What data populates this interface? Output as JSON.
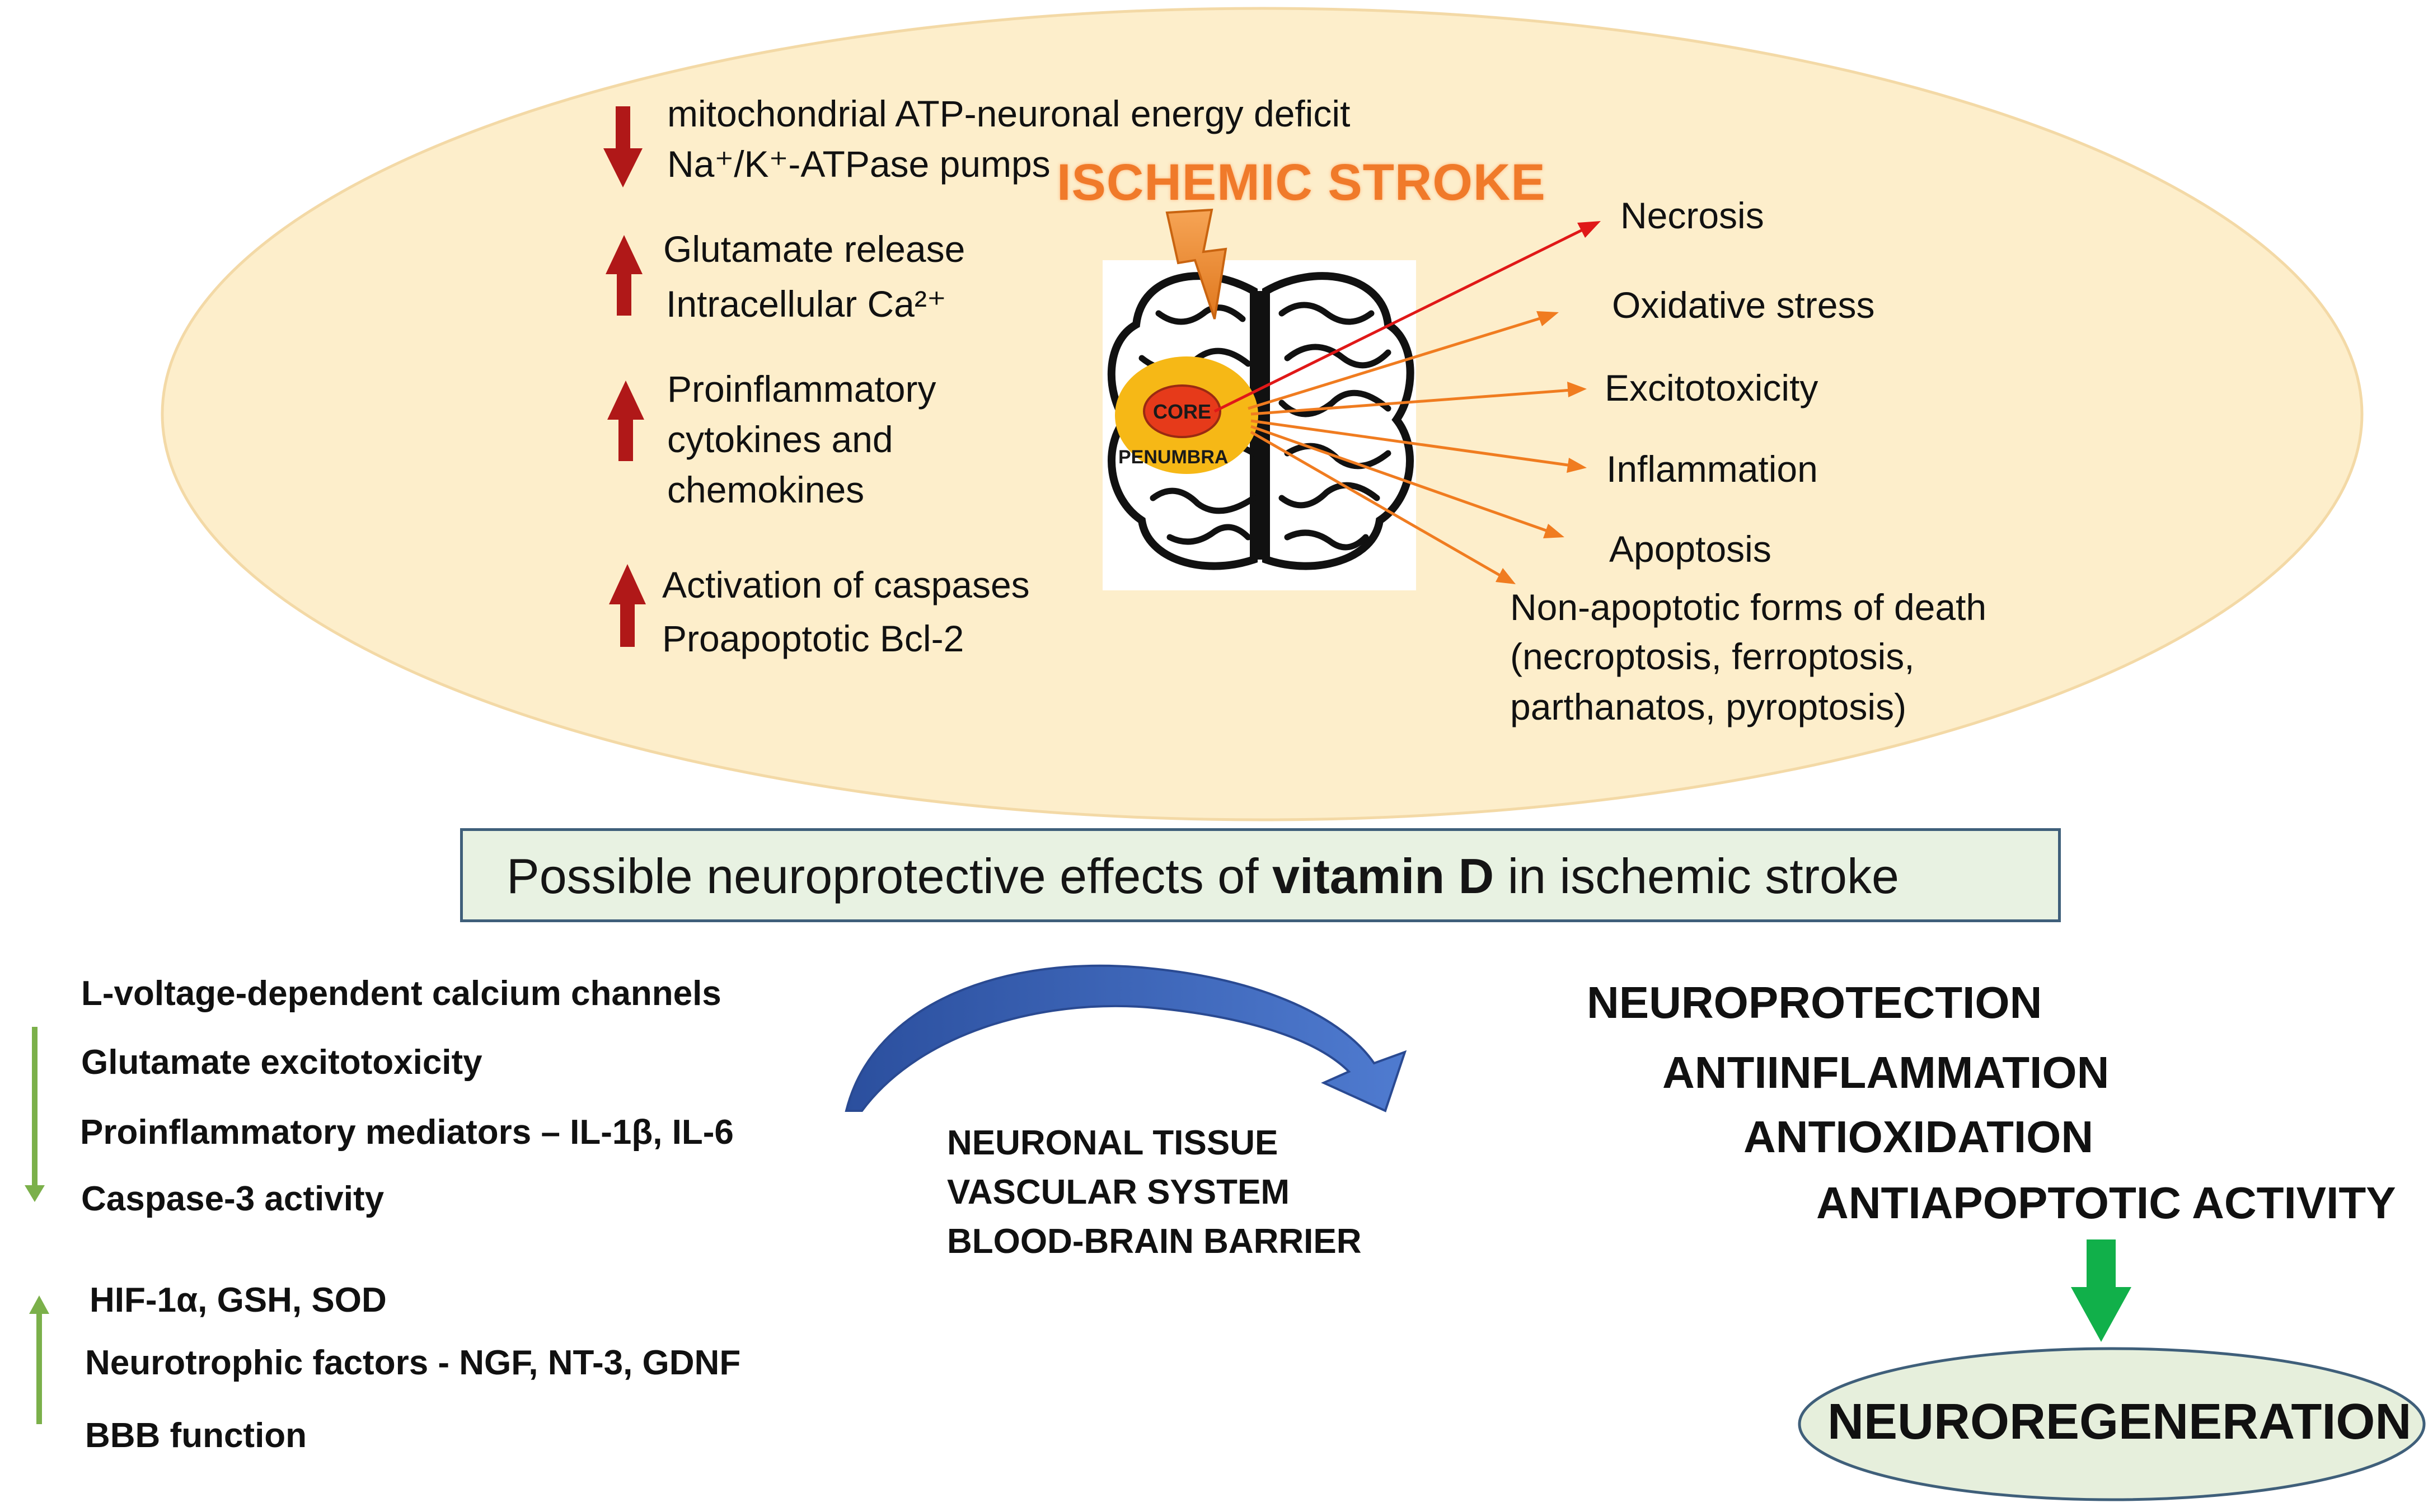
{
  "title": "ISCHEMIC STROKE",
  "brain_labels": {
    "core": "CORE",
    "penumbra": "PENUMBRA"
  },
  "decreased": [
    {
      "line1": "mitochondrial ATP-neuronal energy deficit",
      "line2": "Na⁺/K⁺-ATPase pumps"
    }
  ],
  "increased": [
    {
      "line1": "Glutamate release",
      "line2": "Intracellular Ca²⁺"
    },
    {
      "line1": "Proinflammatory",
      "line2": "cytokines and",
      "line3": "chemokines"
    },
    {
      "line1": "Activation of caspases",
      "line2": "Proapoptotic Bcl-2"
    }
  ],
  "outcomes": [
    "Necrosis",
    "Oxidative stress",
    "Excitotoxicity",
    "Inflammation",
    "Apoptosis"
  ],
  "non_apoptotic": {
    "line1": "Non-apoptotic forms of death",
    "line2": "(necroptosis, ferroptosis,",
    "line3": "parthanatos, pyroptosis)"
  },
  "vitamin_d_banner": {
    "before": "Possible neuroprotective effects of ",
    "bold": "vitamin D",
    "after": " in ischemic stroke"
  },
  "down_regulated": [
    "L-voltage-dependent calcium channels",
    "Glutamate excitotoxicity",
    "Proinflammatory mediators – IL-1β, IL-6",
    "Caspase-3 activity"
  ],
  "up_regulated": [
    "HIF-1α, GSH, SOD",
    "Neurotrophic factors - NGF, NT-3, GDNF",
    "BBB function"
  ],
  "targets": [
    "NEURONAL TISSUE",
    "VASCULAR SYSTEM",
    "BLOOD-BRAIN BARRIER"
  ],
  "effects": [
    "NEUROPROTECTION",
    "ANTIINFLAMMATION",
    "ANTIOXIDATION",
    "ANTIAPOPTOTIC ACTIVITY"
  ],
  "result": "NEUROREGENERATION",
  "colors": {
    "ellipse_fill": "#fdeecb",
    "red_arrow": "#b01818",
    "orange_arrow": "#f07c20",
    "title_orange": "#f07a2a",
    "green_arrow": "#7bb04a",
    "bright_green": "#11b04a",
    "curved_arrow": "#3a62b6",
    "banner_fill": "#e8f2e2",
    "regen_fill": "#e6efdc",
    "penumbra": "#f6b816",
    "core": "#e63a1a"
  }
}
